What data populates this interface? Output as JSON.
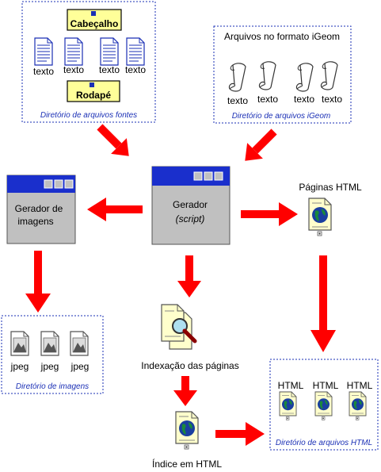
{
  "source_dir": {
    "header_label": "Cabeçalho",
    "footer_label": "Rodapé",
    "files": [
      "texto",
      "texto",
      "texto",
      "texto"
    ],
    "caption": "Diretório de arquivos fontes"
  },
  "igeom_dir": {
    "title": "Arquivos no formato iGeom",
    "files": [
      "texto",
      "texto",
      "texto",
      "texto"
    ],
    "caption": "Diretório de arquivos iGeom"
  },
  "image_generator": {
    "line1": "Gerador de",
    "line2": "imagens"
  },
  "generator": {
    "title": "Gerador",
    "subtitle": "(script)"
  },
  "html_pages": {
    "label": "Páginas HTML"
  },
  "images_dir": {
    "files": [
      "jpeg",
      "jpeg",
      "jpeg"
    ],
    "caption": "Diretório de imagens"
  },
  "indexing": {
    "label": "Indexação das páginas"
  },
  "index_html": {
    "label": "Índice em HTML"
  },
  "html_dir": {
    "files": [
      "HTML",
      "HTML",
      "HTML"
    ],
    "caption": "Diretório de arquivos HTML"
  },
  "colors": {
    "arrow": "#ff0000",
    "window_title": "#1a2fcc",
    "window_body": "#c0c0c0",
    "dashed_border": "#1a2fb5",
    "header_box": "#ffff99",
    "page_fill": "#ffffcc",
    "globe_blue": "#1a3fa0",
    "globe_green": "#1a8a3a"
  }
}
